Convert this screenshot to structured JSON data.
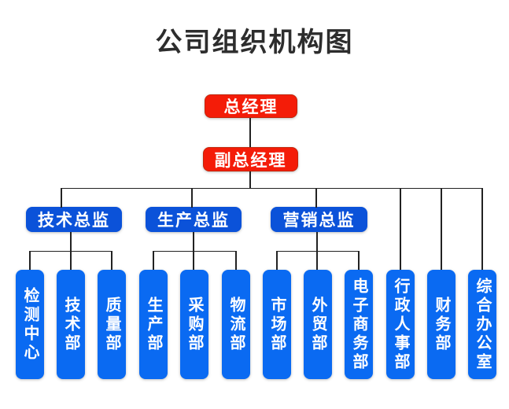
{
  "title": "公司组织机构图",
  "colors": {
    "red": "#f41c08",
    "directorBlue": "#0b52d9",
    "deptBlue": "#0a6af2",
    "line": "#222222",
    "titleText": "#2d2d2d",
    "boxText": "#ffffff"
  },
  "nodes": {
    "ceo": {
      "label": "总经理"
    },
    "viceCeo": {
      "label": "副总经理"
    },
    "directors": [
      {
        "label": "技术总监"
      },
      {
        "label": "生产总监"
      },
      {
        "label": "营销总监"
      }
    ],
    "departments": [
      {
        "label": "检测中心",
        "parent": "技术总监"
      },
      {
        "label": "技术部",
        "parent": "技术总监"
      },
      {
        "label": "质量部",
        "parent": "技术总监"
      },
      {
        "label": "生产部",
        "parent": "生产总监"
      },
      {
        "label": "采购部",
        "parent": "生产总监"
      },
      {
        "label": "物流部",
        "parent": "生产总监"
      },
      {
        "label": "市场部",
        "parent": "营销总监"
      },
      {
        "label": "外贸部",
        "parent": "营销总监"
      },
      {
        "label": "电子商务部",
        "parent": "营销总监"
      },
      {
        "label": "行政人事部",
        "parent": "副总经理"
      },
      {
        "label": "财务部",
        "parent": "副总经理"
      },
      {
        "label": "综合办公室",
        "parent": "副总经理"
      }
    ]
  }
}
